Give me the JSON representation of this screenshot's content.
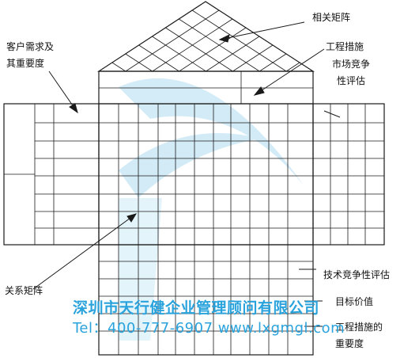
{
  "labels": {
    "correlation_matrix": "相关矩阵",
    "customer_needs_line1": "客户需求及",
    "customer_needs_line2": "其重要度",
    "eng_measures": "工程措施",
    "market_line1": "市场竞争",
    "market_line2": "性评估",
    "relationship_matrix": "关系矩阵",
    "tech_competitive": "技术竞争性评估",
    "target_value": "目标价值",
    "eng_importance_line1": "工程措施的",
    "eng_importance_line2": "重要度"
  },
  "watermark": {
    "line1": "深圳市天行健企业管理顾问有限公司",
    "line2": "Tel：400-777-6907 www.lxgmgl.com"
  },
  "colors": {
    "line": "#1a1a1a",
    "watermark": "#2aa3dd",
    "watermark_shape": "#9fd4ef"
  }
}
